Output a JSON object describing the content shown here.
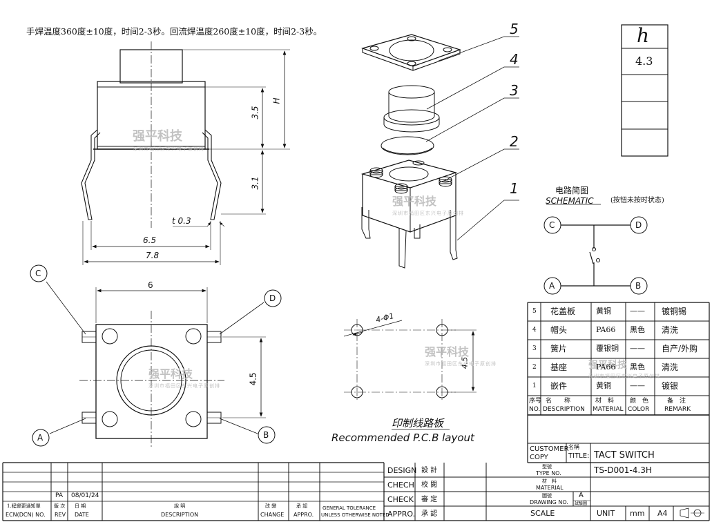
{
  "note": "手焊温度360度±10度，时间2-3秒。回流焊温度260度±10度，时间2-3秒。",
  "height_box": {
    "symbol": "h",
    "value": "4.3"
  },
  "dims": {
    "body_width": "6.5",
    "overall_width": "7.8",
    "thickness": "t 0.3",
    "upper_height": "3.5",
    "lower_height": "3.1",
    "total_height": "H",
    "top_width": "6",
    "pin_pitch": "4.5",
    "pcb_pitch": "4.5",
    "hole": "4-Φ1"
  },
  "terminals": [
    "A",
    "B",
    "C",
    "D"
  ],
  "callouts": [
    "1",
    "2",
    "3",
    "4",
    "5"
  ],
  "schematic": {
    "title_cn": "电路简图",
    "title_en": "SCHEMATIC",
    "note": "(按钮未按时状态)"
  },
  "pcb": {
    "title_cn": "印制线路板",
    "title_en": "Recommended P.C.B layout"
  },
  "watermark": {
    "main": "强平科技",
    "sub": "深圳市福田区东兴电子原创排"
  },
  "bom": {
    "rows": [
      {
        "no": "5",
        "name": "花盖板",
        "material": "黄铜",
        "color": "——",
        "remark": "镀铜锡"
      },
      {
        "no": "4",
        "name": "帽头",
        "material": "PA66",
        "color": "黑色",
        "remark": "清洗"
      },
      {
        "no": "3",
        "name": "簧片",
        "material": "覆银铜",
        "color": "——",
        "remark": "自产/外购"
      },
      {
        "no": "2",
        "name": "基座",
        "material": "PA66",
        "color": "黑色",
        "remark": "清洗"
      },
      {
        "no": "1",
        "name": "嵌件",
        "material": "黄铜",
        "color": "——",
        "remark": "镀银"
      }
    ],
    "header": {
      "no_cn": "序号",
      "no_en": "NO.",
      "name_cn": "名　　称",
      "name_en": "DESCRIPTION",
      "mat_cn": "材　料",
      "mat_en": "MATERIAL",
      "color_cn": "颜　色",
      "color_en": "COLOR",
      "remark_cn": "备　注",
      "remark_en": "REMARK"
    }
  },
  "title_block": {
    "customer_copy": "CUSTOMER COPY",
    "name_cn": "名稱",
    "title_label": "TITLE:",
    "title": "TACT SWITCH",
    "type_cn": "型號",
    "type_label": "TYPE NO.",
    "type_no": "TS-D001-4.3H",
    "material_cn": "材　料",
    "material_label": "MATERIAL",
    "drawing_cn": "圖號",
    "drawing_label": "DRAWING NO.",
    "drawing_letter": "A",
    "drawing_sub": "試驗圖",
    "scale": "SCALE",
    "unit": "UNIT",
    "unit_value": "mm",
    "size": "A4"
  },
  "approvals": [
    {
      "en": "DESIGN",
      "cn": "設 計"
    },
    {
      "en": "CHECH",
      "cn": "校 閱"
    },
    {
      "en": "CHECK",
      "cn": "審 定"
    },
    {
      "en": "APPRO.",
      "cn": "承 認"
    }
  ],
  "revision": {
    "row": {
      "rev": "PA",
      "date": "08/01/24"
    },
    "labels": {
      "ecn_cn": "1.程變更通知單",
      "ecn_en": "ECN(DCN) NO.",
      "rev_cn": "版 次",
      "rev_en": "REV",
      "date_cn": "日 期",
      "date_en": "DATE",
      "desc_cn": "說 明",
      "desc_en": "DESCRIPTION",
      "change_cn": "改 變",
      "change_en": "CHANGE",
      "appro_cn": "承 認",
      "appro_en": "APPRO.",
      "tol1": "GENERAL TOLERANCE",
      "tol2": "UNLESS OTHERWISE NOTED"
    }
  }
}
